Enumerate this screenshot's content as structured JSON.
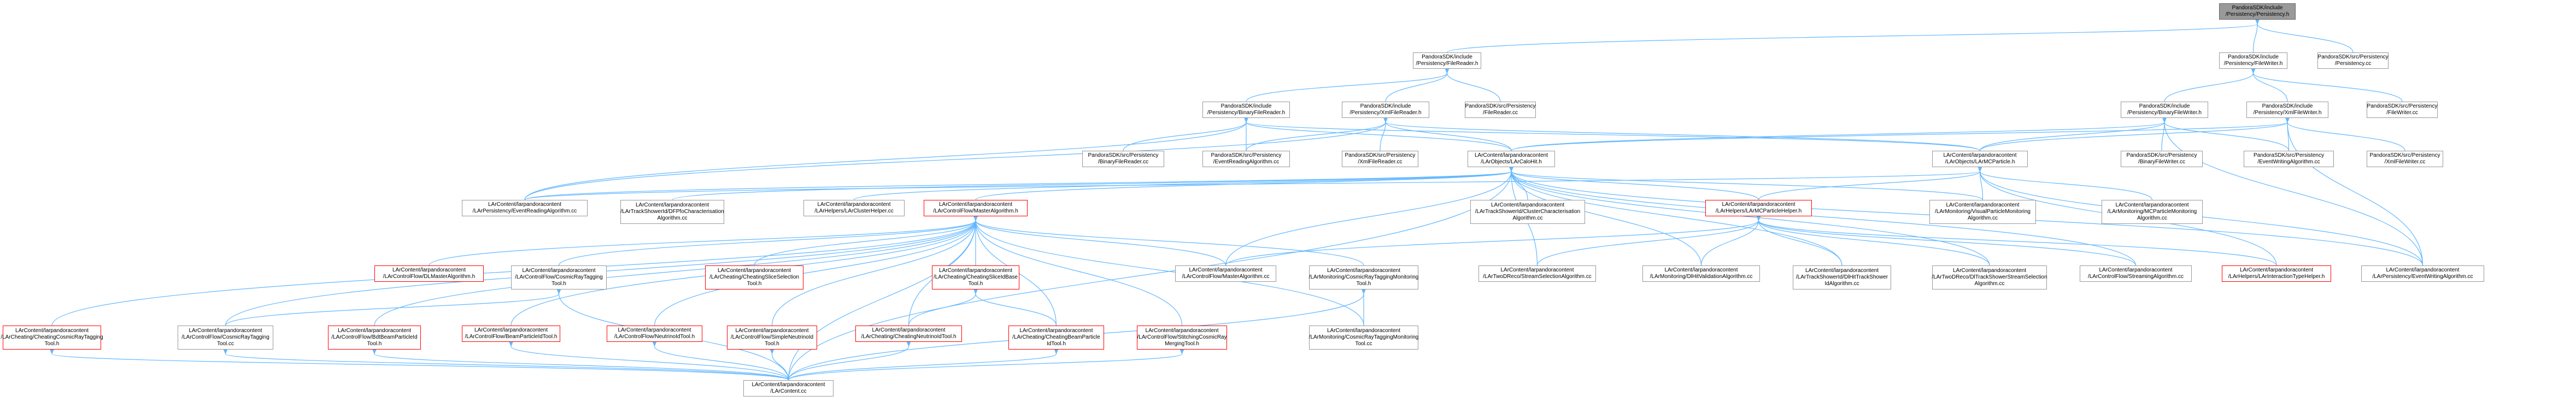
{
  "colors": {
    "edge": "#63b8ff",
    "node_border": "#999999",
    "node_border_highlight": "#ff0000",
    "node_focus_fill": "#999999"
  },
  "nodes": {
    "n1": {
      "label": "PandoraSDK/include\n/Persistency/Persistency.h",
      "style": "focus"
    },
    "n2": {
      "label": "PandoraSDK/include\n/Persistency/FileReader.h",
      "style": "normal"
    },
    "n3": {
      "label": "PandoraSDK/include\n/Persistency/FileWriter.h",
      "style": "normal"
    },
    "n4": {
      "label": "PandoraSDK/src/Persistency\n/Persistency.cc",
      "style": "normal"
    },
    "n5": {
      "label": "PandoraSDK/include\n/Persistency/BinaryFileReader.h",
      "style": "normal"
    },
    "n6": {
      "label": "PandoraSDK/include\n/Persistency/XmlFileReader.h",
      "style": "normal"
    },
    "n7": {
      "label": "PandoraSDK/src/Persistency\n/FileReader.cc",
      "style": "normal"
    },
    "n8": {
      "label": "PandoraSDK/include\n/Persistency/BinaryFileWriter.h",
      "style": "normal"
    },
    "n9": {
      "label": "PandoraSDK/include\n/Persistency/XmlFileWriter.h",
      "style": "normal"
    },
    "n10": {
      "label": "PandoraSDK/src/Persistency\n/FileWriter.cc",
      "style": "normal"
    },
    "n11": {
      "label": "PandoraSDK/src/Persistency\n/BinaryFileReader.cc",
      "style": "normal"
    },
    "n12": {
      "label": "PandoraSDK/src/Persistency\n/EventReadingAlgorithm.cc",
      "style": "normal"
    },
    "n13": {
      "label": "PandoraSDK/src/Persistency\n/XmlFileReader.cc",
      "style": "normal"
    },
    "n14": {
      "label": "LArContent/larpandoracontent\n/LArObjects/LArCaloHit.h",
      "style": "normal"
    },
    "n15": {
      "label": "LArContent/larpandoracontent\n/LArObjects/LArMCParticle.h",
      "style": "normal"
    },
    "n16": {
      "label": "PandoraSDK/src/Persistency\n/BinaryFileWriter.cc",
      "style": "normal"
    },
    "n17": {
      "label": "PandoraSDK/src/Persistency\n/EventWritingAlgorithm.cc",
      "style": "normal"
    },
    "n18": {
      "label": "PandoraSDK/src/Persistency\n/XmlFileWriter.cc",
      "style": "normal"
    },
    "n19": {
      "label": "LArContent/larpandoracontent\n/LArPersistency/EventReadingAlgorithm.cc",
      "style": "normal"
    },
    "n20": {
      "label": "LArContent/larpandoracontent\n/LArTrackShowerId/DFPfoCharacterisation\nAlgorithm.cc",
      "style": "normal"
    },
    "n21": {
      "label": "LArContent/larpandoracontent\n/LArHelpers/LArClusterHelper.cc",
      "style": "normal"
    },
    "n22": {
      "label": "LArContent/larpandoracontent\n/LArControlFlow/MasterAlgorithm.h",
      "style": "red"
    },
    "n23": {
      "label": "LArContent/larpandoracontent\n/LArTrackShowerId/ClusterCharacterisation\nAlgorithm.cc",
      "style": "normal"
    },
    "n24": {
      "label": "LArContent/larpandoracontent\n/LArHelpers/LArMCParticleHelper.h",
      "style": "red"
    },
    "n25": {
      "label": "LArContent/larpandoracontent\n/LArMonitoring/VisualParticleMonitoring\nAlgorithm.cc",
      "style": "normal"
    },
    "n26": {
      "label": "LArContent/larpandoracontent\n/LArMonitoring/MCParticleMonitoring\nAlgorithm.cc",
      "style": "normal"
    },
    "n27": {
      "label": "LArContent/larpandoracontent\n/LArControlFlow/DLMasterAlgorithm.h",
      "style": "red"
    },
    "n28": {
      "label": "LArContent/larpandoracontent\n/LArControlFlow/CosmicRayTagging\nTool.h",
      "style": "normal"
    },
    "n29": {
      "label": "LArContent/larpandoracontent\n/LArCheating/CheatingSliceSelection\nTool.h",
      "style": "red"
    },
    "n30": {
      "label": "LArContent/larpandoracontent\n/LArCheating/CheatingSliceIdBase\nTool.h",
      "style": "red"
    },
    "n31": {
      "label": "LArContent/larpandoracontent\n/LArControlFlow/MasterAlgorithm.cc",
      "style": "normal"
    },
    "n32": {
      "label": "LArContent/larpandoracontent\n/LArMonitoring/CosmicRayTaggingMonitoring\nTool.h",
      "style": "normal"
    },
    "n33": {
      "label": "LArContent/larpandoracontent\n/LArTwoDReco/StreamSelectionAlgorithm.cc",
      "style": "normal"
    },
    "n34": {
      "label": "LArContent/larpandoracontent\n/LArMonitoring/DlHitValidationAlgorithm.cc",
      "style": "normal"
    },
    "n35": {
      "label": "LArContent/larpandoracontent\n/LArTrackShowerId/DlHitTrackShower\nIdAlgorithm.cc",
      "style": "normal"
    },
    "n36": {
      "label": "LArContent/larpandoracontent\n/LArTwoDReco/DlTrackShowerStreamSelection\nAlgorithm.cc",
      "style": "normal"
    },
    "n37": {
      "label": "LArContent/larpandoracontent\n/LArControlFlow/StreamingAlgorithm.cc",
      "style": "normal"
    },
    "n38": {
      "label": "LArContent/larpandoracontent\n/LArHelpers/LArInteractionTypeHelper.h",
      "style": "red"
    },
    "n39": {
      "label": "LArContent/larpandoracontent\n/LArPersistency/EventWritingAlgorithm.cc",
      "style": "normal"
    },
    "n40": {
      "label": "LArContent/larpandoracontent\n/LArCheating/CheatingCosmicRayTagging\nTool.h",
      "style": "red"
    },
    "n41": {
      "label": "LArContent/larpandoracontent\n/LArControlFlow/CosmicRayTagging\nTool.cc",
      "style": "normal"
    },
    "n42": {
      "label": "LArContent/larpandoracontent\n/LArControlFlow/BdtBeamParticleId\nTool.h",
      "style": "red"
    },
    "n43": {
      "label": "LArContent/larpandoracontent\n/LArControlFlow/BeamParticleIdTool.h",
      "style": "red"
    },
    "n44": {
      "label": "LArContent/larpandoracontent\n/LArControlFlow/NeutrinoIdTool.h",
      "style": "red"
    },
    "n45": {
      "label": "LArContent/larpandoracontent\n/LArControlFlow/SimpleNeutrinoId\nTool.h",
      "style": "red"
    },
    "n46": {
      "label": "LArContent/larpandoracontent\n/LArCheating/CheatingNeutrinoIdTool.h",
      "style": "red"
    },
    "n47": {
      "label": "LArContent/larpandoracontent\n/LArCheating/CheatingBeamParticle\nIdTool.h",
      "style": "red"
    },
    "n48": {
      "label": "LArContent/larpandoracontent\n/LArControlFlow/StitchingCosmicRay\nMergingTool.h",
      "style": "red"
    },
    "n49": {
      "label": "LArContent/larpandoracontent\n/LArMonitoring/CosmicRayTaggingMonitoring\nTool.cc",
      "style": "normal"
    },
    "n50": {
      "label": "LArContent/larpandoracontent\n/LArContent.cc",
      "style": "normal"
    }
  }
}
